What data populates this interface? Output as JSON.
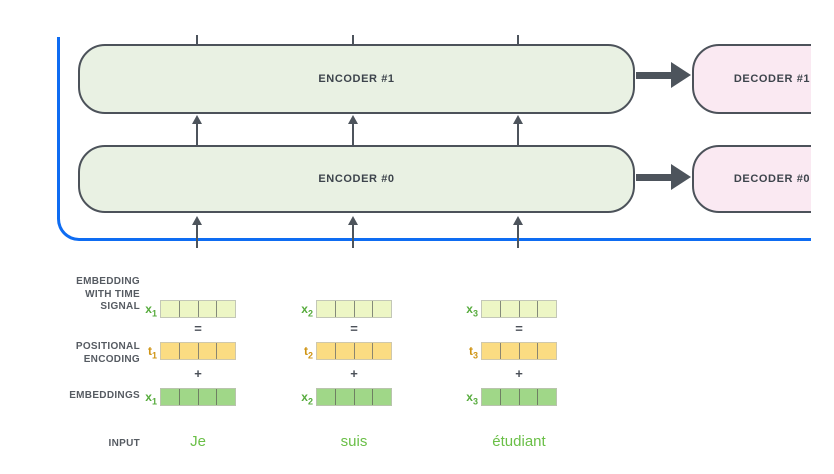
{
  "stack": {
    "encoders": [
      {
        "label": "ENCODER #1"
      },
      {
        "label": "ENCODER #0"
      }
    ],
    "decoders": [
      {
        "label": "DECODER #1"
      },
      {
        "label": "DECODER #0"
      }
    ]
  },
  "embedding_section": {
    "row_labels": {
      "signal": [
        "EMBEDDING",
        "WITH TIME",
        "SIGNAL"
      ],
      "positional": [
        "POSITIONAL",
        "ENCODING"
      ],
      "embeddings": "EMBEDDINGS",
      "input": "INPUT"
    },
    "operators": {
      "equals": "=",
      "plus": "+"
    },
    "cells_per_vector": 4,
    "columns": [
      {
        "index": "1",
        "signal_var": "x",
        "positional_var": "t",
        "embedding_var": "x",
        "word": "Je"
      },
      {
        "index": "2",
        "signal_var": "x",
        "positional_var": "t",
        "embedding_var": "x",
        "word": "suis"
      },
      {
        "index": "3",
        "signal_var": "x",
        "positional_var": "t",
        "embedding_var": "x",
        "word": "étudiant"
      }
    ]
  },
  "colors": {
    "encoder_fill": "#e9f1e3",
    "decoder_fill": "#fae9f2",
    "box_border": "#4c525a",
    "arrow_gray": "#4d545c",
    "bracket_blue": "#0e6cf2",
    "signal_cell": "#edf6c5",
    "positional_cell": "#fbdc82",
    "embedding_cell": "#a0d788",
    "var_green": "#56ab3c",
    "var_orange": "#cf9414",
    "word_green": "#6abf47",
    "label_gray": "#565b62"
  }
}
